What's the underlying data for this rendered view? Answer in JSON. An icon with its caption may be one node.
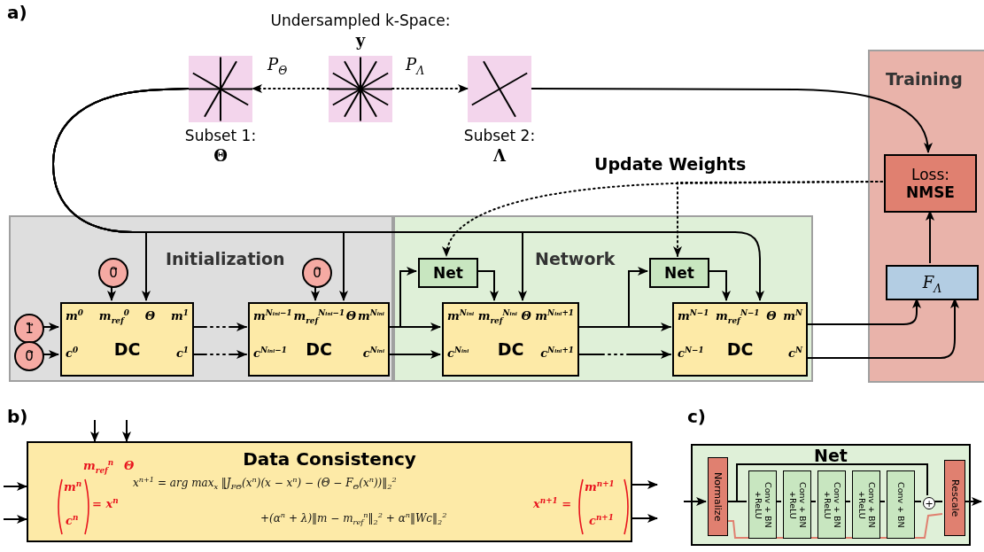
{
  "diagram": {
    "nodes": [
      {
        "text": [
          "Undersampled k-Space:",
          "y"
        ]
      },
      {
        "text": [
          "Subset 1:",
          "Θ"
        ]
      },
      {
        "text": [
          "Subset 2:",
          "Λ"
        ]
      },
      {
        "text": [
          "Training"
        ]
      },
      {
        "text": [
          "Loss:",
          "NMSE"
        ],
        "in": 3
      },
      {
        "text": [
          "F$_{Λ}$"
        ],
        "in": 3
      },
      {
        "text": [
          "Initialization"
        ]
      },
      {
        "text": [
          "Network"
        ]
      },
      {
        "text": [
          "1⃗"
        ],
        "in": 6
      },
      {
        "text": [
          "0⃗"
        ],
        "in": 6
      },
      {
        "text": [
          "0⃗"
        ],
        "in": 6
      },
      {
        "text": [
          "m$^{0}$",
          "m$_{ref}$$^{0}$",
          "Θ",
          "m$^{1}$",
          "c$^{0}$",
          "DC",
          "c$^{1}$"
        ],
        "in": 6
      },
      {
        "text": [
          "0⃗"
        ],
        "in": 6
      },
      {
        "text": [
          "m$^{Nᵢₙᵢ−1}$",
          "m$_{ref}$$^{Nᵢₙᵢ−1}$",
          "Θ",
          "m$^{Nᵢₙᵢ}$",
          "c$^{Nᵢₙᵢ−1}$",
          "DC",
          "c$^{Nᵢₙᵢ}$"
        ],
        "in": 6
      },
      {
        "text": [
          "Net"
        ],
        "in": 7
      },
      {
        "text": [
          "m$^{Nᵢₙᵢ}$",
          "m$_{ref}$$^{Nᵢₙᵢ}$",
          "Θ",
          "m$^{Nᵢₙᵢ+1}$",
          "c$^{Nᵢₙᵢ}$",
          "DC",
          "c$^{Nᵢₙᵢ+1}$"
        ],
        "in": 7
      },
      {
        "text": [
          "Net"
        ],
        "in": 7
      },
      {
        "text": [
          "m$^{N−1}$",
          "m$_{ref}$$^{N−1}$",
          "Θ",
          "m$^{N}$",
          "c$^{N−1}$",
          "DC",
          "c$^{N}$"
        ],
        "in": 7
      },
      {
        "text": [
          "Data Consistency",
          "m$_{ref}$$^{n}$",
          "Θ",
          "m$^{n}$",
          "c$^{n}$",
          "= x$^{n}$",
          "x$^{n+1}$ = arg max$_{x}$ ‖J$_{FΘ}$(x$^{n}$)(x − x$^{n}$) − (Θ − F$_{Θ}$(x$^{n}$))‖$_{2}$$^{2}$",
          "+(α$^{n}$ + λ)‖m − m$_{ref}$$^{n}$‖$_{2}$$^{2}$ + α$^{n}$‖Wc‖$_{2}$$^{2}$",
          "x$^{n+1}$ =",
          "m$^{n+1}$",
          "c$^{n+1}$"
        ]
      },
      {
        "text": [
          "Net"
        ]
      },
      {
        "text": [
          "Normalize"
        ],
        "in": 19
      },
      {
        "text": [
          "Conv + BN +ReLU"
        ],
        "in": 19
      },
      {
        "text": [
          "Conv + BN +ReLU"
        ],
        "in": 19
      },
      {
        "text": [
          "Conv + BN +ReLU"
        ],
        "in": 19
      },
      {
        "text": [
          "Conv + BN +ReLU"
        ],
        "in": 19
      },
      {
        "text": [
          "Conv + BN"
        ],
        "in": 19
      },
      {
        "text": [
          "+"
        ],
        "in": 19
      },
      {
        "text": [
          "Rescale"
        ],
        "in": 19
      }
    ],
    "edges": [
      {
        "from": 0,
        "to": 1,
        "arrow": "to",
        "label": "P$_{Θ}$",
        "style": "dashed"
      },
      {
        "from": 0,
        "to": 2,
        "arrow": "to",
        "label": "P$_{Λ}$",
        "style": "dashed"
      },
      {
        "from": 2,
        "to": 4,
        "arrow": "to"
      },
      {
        "from": 1,
        "to": 11,
        "arrow": "to"
      },
      {
        "from": 1,
        "to": 13,
        "arrow": "to"
      },
      {
        "from": 1,
        "to": 15,
        "arrow": "to"
      },
      {
        "from": 1,
        "to": 17,
        "arrow": "to"
      },
      {
        "from": 4,
        "to": 14,
        "arrow": "to",
        "style": "dashed"
      },
      {
        "from": 4,
        "to": 16,
        "arrow": "to",
        "style": "dashed"
      },
      {
        "from": 8,
        "to": 11,
        "arrow": "to"
      },
      {
        "from": 9,
        "to": 11,
        "arrow": "to"
      },
      {
        "from": 10,
        "to": 11,
        "arrow": "to"
      },
      {
        "from": 11,
        "to": 13,
        "arrow": "to",
        "style": "dashed"
      },
      {
        "from": 11,
        "to": 13,
        "arrow": "to",
        "style": "dashed"
      },
      {
        "from": 12,
        "to": 13,
        "arrow": "to"
      },
      {
        "from": 13,
        "to": 15,
        "arrow": "to"
      },
      {
        "from": 13,
        "to": 15,
        "arrow": "to"
      },
      {
        "from": 13,
        "to": 14,
        "arrow": "to"
      },
      {
        "from": 14,
        "to": 15,
        "arrow": "to"
      },
      {
        "from": 15,
        "to": 17,
        "arrow": "to",
        "style": "dashed"
      },
      {
        "from": 15,
        "to": 17,
        "arrow": "to",
        "style": "dashed"
      },
      {
        "from": 15,
        "to": 16,
        "arrow": "to"
      },
      {
        "from": 16,
        "to": 17,
        "arrow": "to"
      },
      {
        "from": 17,
        "to": 5,
        "arrow": "to"
      },
      {
        "from": 17,
        "to": 5,
        "arrow": "to"
      },
      {
        "from": 5,
        "to": 4,
        "arrow": "to"
      },
      {
        "from": null,
        "to": 18,
        "arrow": "to"
      },
      {
        "from": null,
        "to": 18,
        "arrow": "to"
      },
      {
        "from": null,
        "to": 18,
        "arrow": "to"
      },
      {
        "from": null,
        "to": 18,
        "arrow": "to"
      },
      {
        "from": 18,
        "to": null,
        "arrow": "to"
      },
      {
        "from": 18,
        "to": null,
        "arrow": "to"
      },
      {
        "from": null,
        "to": 20,
        "arrow": "to"
      },
      {
        "from": 20,
        "to": 21,
        "arrow": "none"
      },
      {
        "from": 21,
        "to": 22,
        "arrow": "none"
      },
      {
        "from": 22,
        "to": 23,
        "arrow": "none"
      },
      {
        "from": 23,
        "to": 24,
        "arrow": "none"
      },
      {
        "from": 24,
        "to": 25,
        "arrow": "none"
      },
      {
        "from": 25,
        "to": 26,
        "arrow": "none"
      },
      {
        "from": 26,
        "to": 27,
        "arrow": "none"
      },
      {
        "from": 27,
        "to": null,
        "arrow": "to"
      },
      {
        "from": 20,
        "to": 26,
        "arrow": "none"
      },
      {
        "from": 20,
        "to": 27,
        "arrow": "none",
        "color": "#e08070"
      }
    ],
    "labels": [
      "a)",
      "b)",
      "c)",
      "Update Weights"
    ]
  }
}
